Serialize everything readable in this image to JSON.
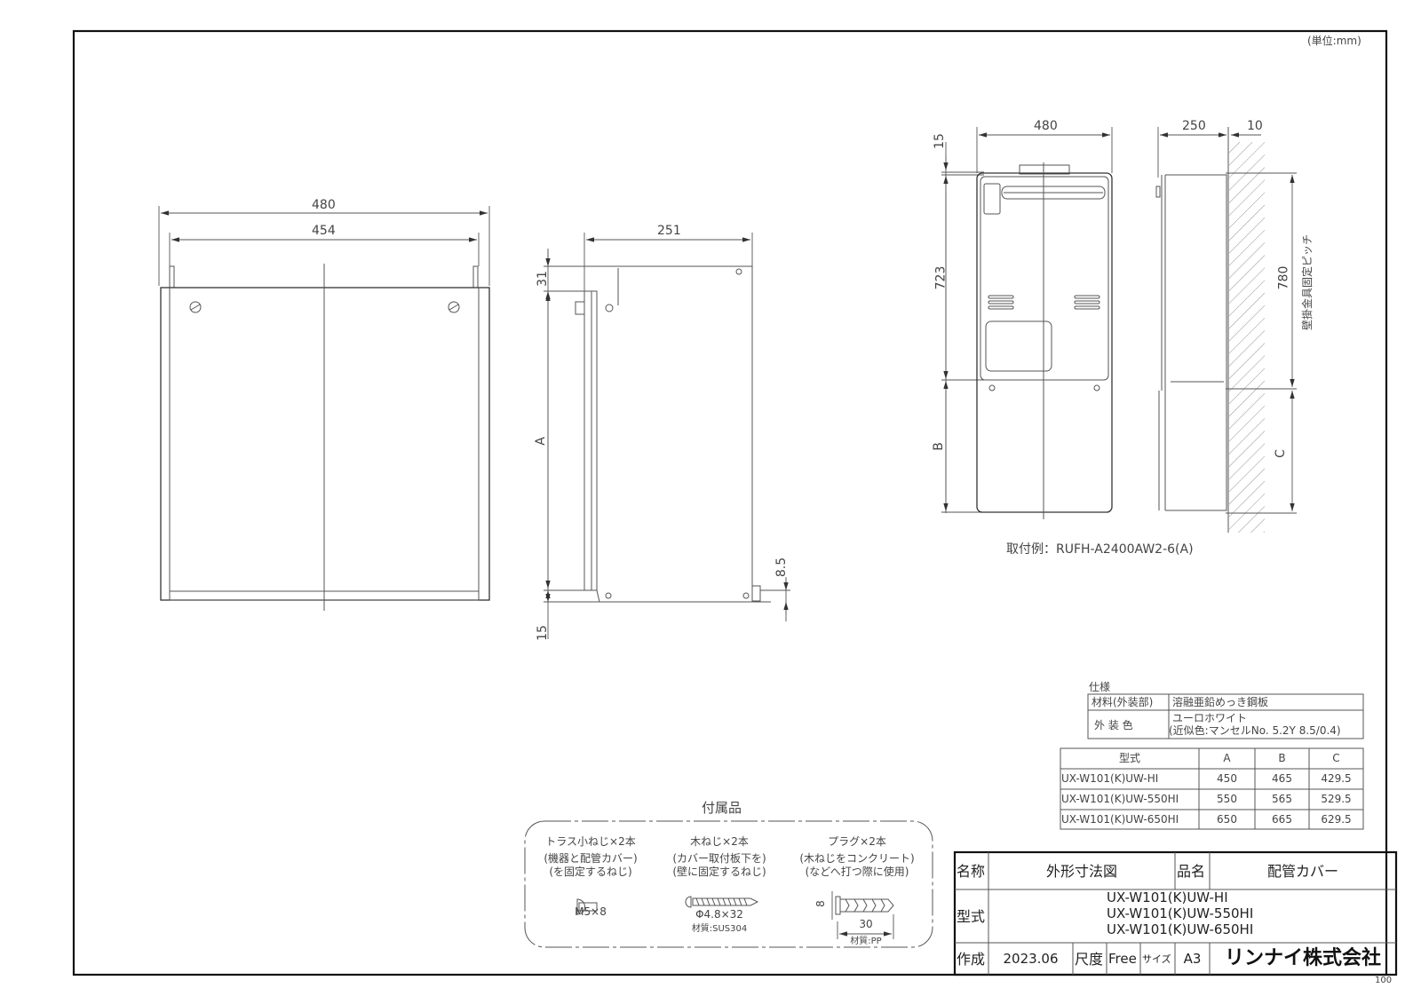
{
  "unit_note": "(単位:mm)",
  "sheet_number": "100",
  "front_view": {
    "dim_outer_width": "480",
    "dim_inner_width": "454"
  },
  "side_view": {
    "dim_depth": "251",
    "dim_top": "31",
    "dim_height": "A",
    "dim_bottom": "15",
    "dim_foot": "8.5"
  },
  "install_example": {
    "front_dim_width": "480",
    "front_dim_top": "15",
    "front_dim_upper": "723",
    "front_dim_lower": "B",
    "side_dim_depth": "250",
    "side_dim_gap": "10",
    "side_dim_pitch": "780",
    "side_pitch_label": "壁掛金具固定ピッチ",
    "side_dim_lower": "C",
    "caption": "取付例：RUFH-A2400AW2-6(A)"
  },
  "spec": {
    "title": "仕様",
    "rows": [
      {
        "label": "材料(外装部)",
        "value": "溶融亜鉛めっき鋼板"
      },
      {
        "label": "外 装 色",
        "value": "ユーロホワイト",
        "value2": "(近似色:マンセルNo. 5.2Y 8.5/0.4)"
      }
    ]
  },
  "model_table": {
    "headers": [
      "型式",
      "A",
      "B",
      "C"
    ],
    "rows": [
      [
        "UX-W101(K)UW-HI",
        "450",
        "465",
        "429.5"
      ],
      [
        "UX-W101(K)UW-550HI",
        "550",
        "565",
        "529.5"
      ],
      [
        "UX-W101(K)UW-650HI",
        "650",
        "665",
        "629.5"
      ]
    ]
  },
  "accessories": {
    "title": "付属品",
    "items": [
      {
        "name": "トラス小ねじ×2本",
        "desc1": "(機器と配管カバー)",
        "desc2": "(を固定するねじ)",
        "size": "M5×8",
        "material": ""
      },
      {
        "name": "木ねじ×2本",
        "desc1": "(カバー取付板下を)",
        "desc2": "(壁に固定するねじ)",
        "size": "Φ4.8×32",
        "material": "材質:SUS304"
      },
      {
        "name": "プラグ×2本",
        "desc1": "(木ねじをコンクリート)",
        "desc2": "(などへ打つ際に使用)",
        "size": "30",
        "size2": "8",
        "material": "材質:PP"
      }
    ]
  },
  "title_block": {
    "name_label": "名称",
    "name_value": "外形寸法図",
    "product_label": "品名",
    "product_value": "配管カバー",
    "model_label": "型式",
    "models": [
      "UX-W101(K)UW-HI",
      "UX-W101(K)UW-550HI",
      "UX-W101(K)UW-650HI"
    ],
    "created_label": "作成",
    "created_value": "2023.06",
    "scale_label": "尺度",
    "scale_value": "Free",
    "size_label": "サイズ",
    "size_value": "A3",
    "company": "リンナイ株式会社"
  }
}
